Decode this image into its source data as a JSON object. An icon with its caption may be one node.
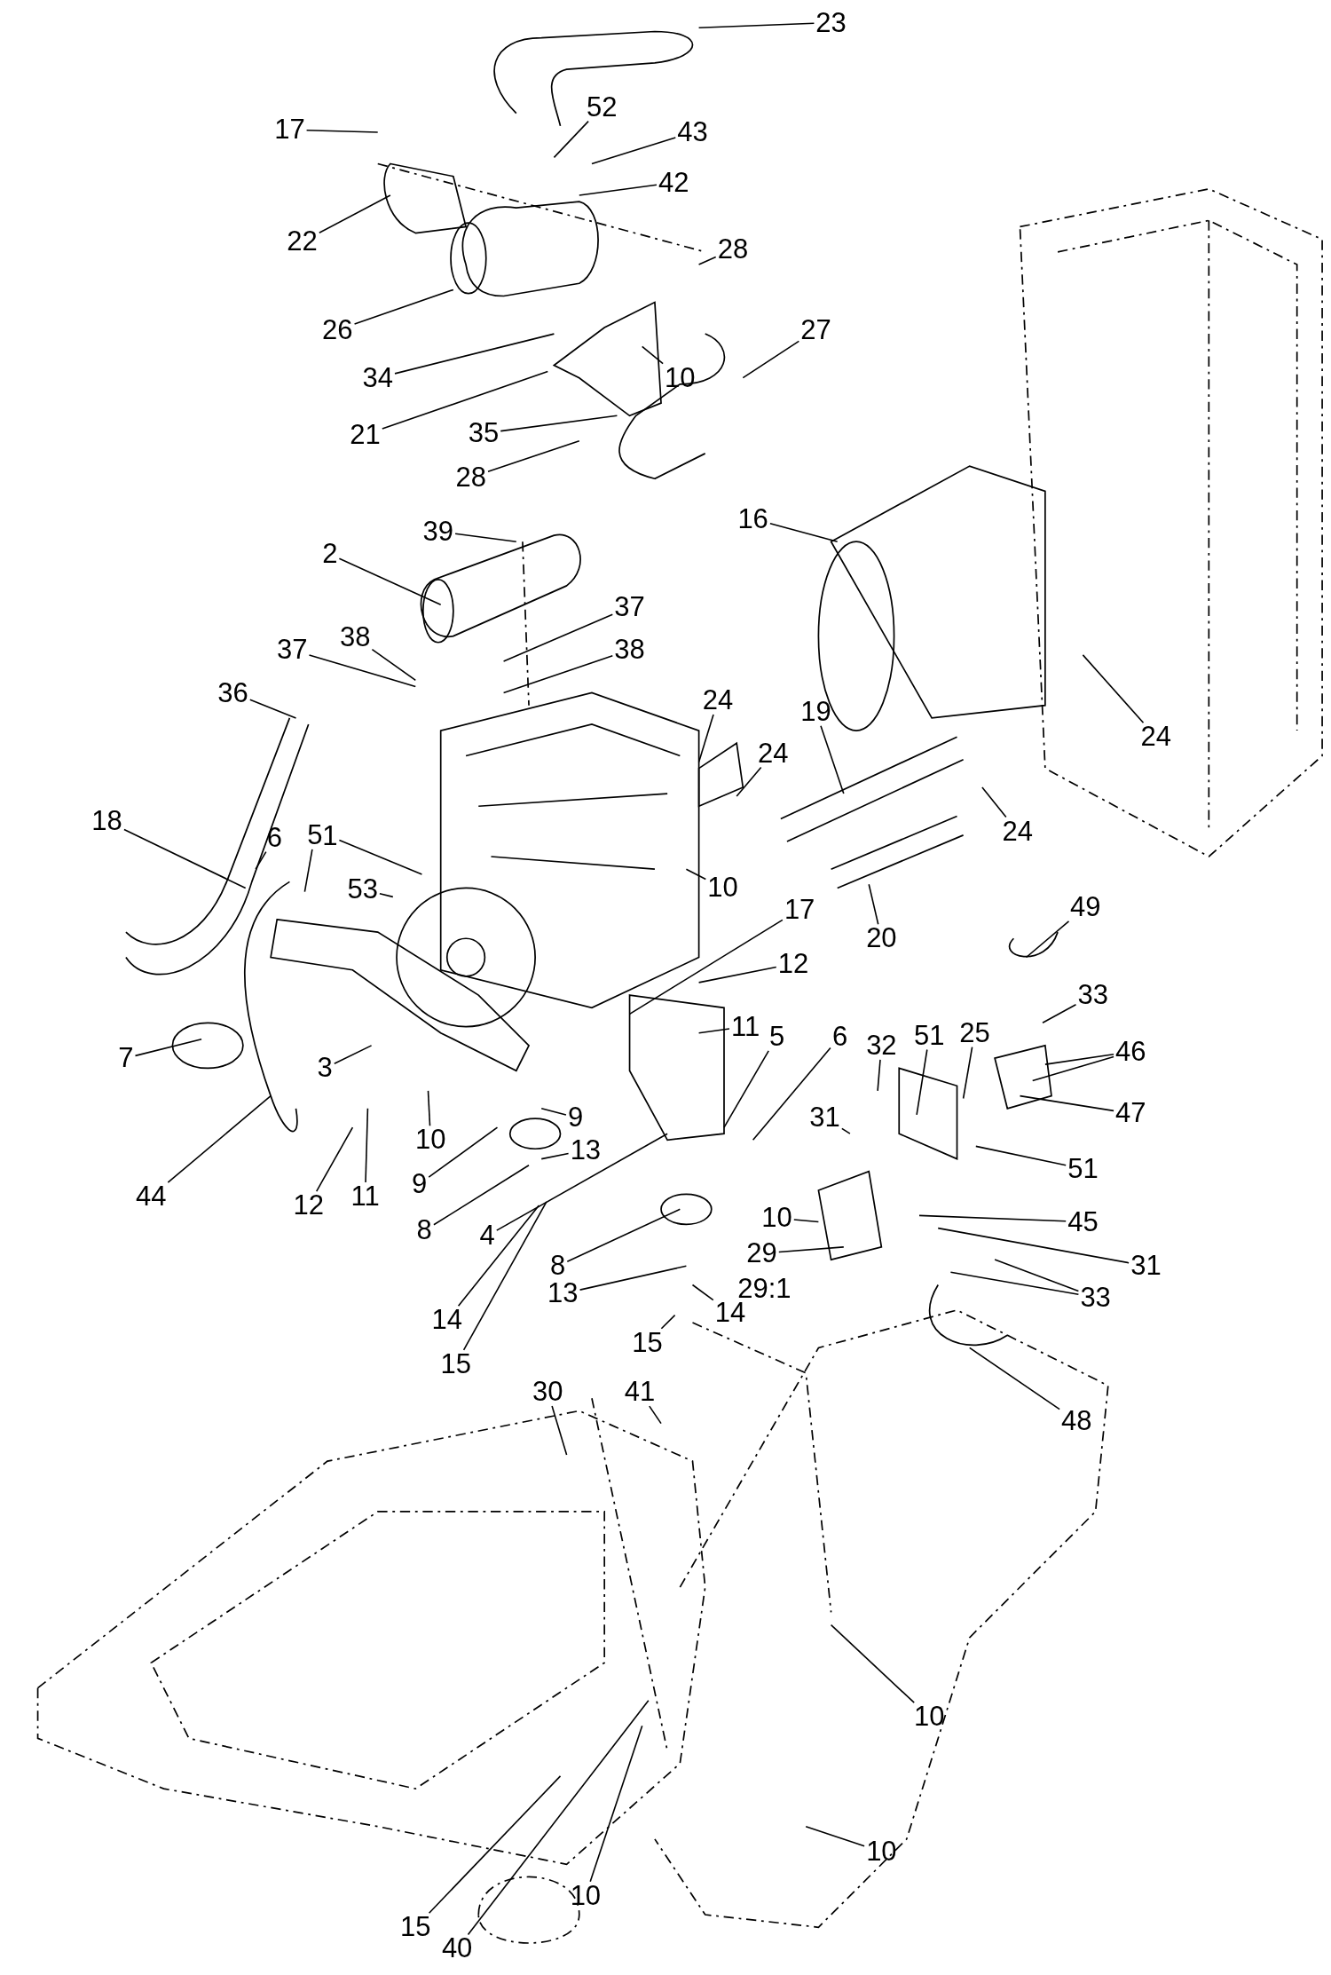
{
  "diagram": {
    "nodes": [
      {
        "text": [
          "23"
        ]
      },
      {
        "text": [
          "17"
        ]
      },
      {
        "text": [
          "52"
        ]
      },
      {
        "text": [
          "43"
        ]
      },
      {
        "text": [
          "42"
        ]
      },
      {
        "text": [
          "22"
        ]
      },
      {
        "text": [
          "28"
        ]
      },
      {
        "text": [
          "26"
        ]
      },
      {
        "text": [
          "27"
        ]
      },
      {
        "text": [
          "34"
        ]
      },
      {
        "text": [
          "10"
        ]
      },
      {
        "text": [
          "21"
        ]
      },
      {
        "text": [
          "35"
        ]
      },
      {
        "text": [
          "28"
        ]
      },
      {
        "text": [
          "16"
        ]
      },
      {
        "text": [
          "39"
        ]
      },
      {
        "text": [
          "2"
        ]
      },
      {
        "text": [
          "37"
        ]
      },
      {
        "text": [
          "38"
        ]
      },
      {
        "text": [
          "37"
        ]
      },
      {
        "text": [
          "38"
        ]
      },
      {
        "text": [
          "36"
        ]
      },
      {
        "text": [
          "24"
        ]
      },
      {
        "text": [
          "24"
        ]
      },
      {
        "text": [
          "19"
        ]
      },
      {
        "text": [
          "24"
        ]
      },
      {
        "text": [
          "24"
        ]
      },
      {
        "text": [
          "18"
        ]
      },
      {
        "text": [
          "6"
        ]
      },
      {
        "text": [
          "5"
        ]
      },
      {
        "text": [
          "1"
        ]
      },
      {
        "text": [
          "53"
        ]
      },
      {
        "text": [
          "10"
        ]
      },
      {
        "text": [
          "17"
        ]
      },
      {
        "text": [
          "20"
        ]
      },
      {
        "text": [
          "49"
        ]
      },
      {
        "text": [
          "12"
        ]
      },
      {
        "text": [
          "33"
        ]
      },
      {
        "text": [
          "11"
        ]
      },
      {
        "text": [
          "5"
        ]
      },
      {
        "text": [
          "6"
        ]
      },
      {
        "text": [
          "51"
        ]
      },
      {
        "text": [
          "25"
        ]
      },
      {
        "text": [
          "46"
        ]
      },
      {
        "text": [
          "3"
        ]
      },
      {
        "text": [
          "7"
        ]
      },
      {
        "text": [
          "32"
        ]
      },
      {
        "text": [
          "47"
        ]
      },
      {
        "text": [
          "9"
        ]
      },
      {
        "text": [
          "10"
        ]
      },
      {
        "text": [
          "44"
        ]
      },
      {
        "text": [
          "12"
        ]
      },
      {
        "text": [
          "11"
        ]
      },
      {
        "text": [
          "31"
        ]
      },
      {
        "text": [
          "9"
        ]
      },
      {
        "text": [
          "13"
        ]
      },
      {
        "text": [
          "51"
        ]
      },
      {
        "text": [
          "4"
        ]
      },
      {
        "text": [
          "8"
        ]
      },
      {
        "text": [
          "10"
        ]
      },
      {
        "text": [
          "45"
        ]
      },
      {
        "text": [
          "14"
        ]
      },
      {
        "text": [
          "8"
        ]
      },
      {
        "text": [
          "31"
        ]
      },
      {
        "text": [
          "29"
        ]
      },
      {
        "text": [
          "13"
        ]
      },
      {
        "text": [
          "33"
        ]
      },
      {
        "text": [
          "14"
        ]
      },
      {
        "text": [
          "15"
        ]
      },
      {
        "text": [
          "15"
        ]
      },
      {
        "text": [
          "48"
        ]
      },
      {
        "text": [
          "30"
        ]
      },
      {
        "text": [
          "41"
        ]
      },
      {
        "text": [
          "10"
        ]
      },
      {
        "text": [
          "10"
        ]
      },
      {
        "text": [
          "10"
        ]
      },
      {
        "text": [
          "15"
        ]
      },
      {
        "text": [
          "40"
        ]
      }
    ],
    "edges": [
      {
        "from": 0,
        "to": null,
        "arrow": "none"
      },
      {
        "from": 1,
        "to": null,
        "arrow": "none"
      },
      {
        "from": 2,
        "to": null,
        "arrow": "none"
      },
      {
        "from": 3,
        "to": null,
        "arrow": "none"
      },
      {
        "from": 4,
        "to": null,
        "arrow": "none"
      },
      {
        "from": 5,
        "to": null,
        "arrow": "none"
      },
      {
        "from": 6,
        "to": null,
        "arrow": "none"
      },
      {
        "from": 7,
        "to": null,
        "arrow": "none"
      },
      {
        "from": 8,
        "to": null,
        "arrow": "none"
      },
      {
        "from": 9,
        "to": null,
        "arrow": "none"
      },
      {
        "from": 10,
        "to": null,
        "arrow": "none"
      },
      {
        "from": 11,
        "to": null,
        "arrow": "none"
      },
      {
        "from": 12,
        "to": null,
        "arrow": "none"
      },
      {
        "from": 13,
        "to": null,
        "arrow": "none"
      },
      {
        "from": 14,
        "to": null,
        "arrow": "none"
      },
      {
        "from": 15,
        "to": null,
        "arrow": "none"
      },
      {
        "from": 16,
        "to": null,
        "arrow": "none"
      },
      {
        "from": 17,
        "to": null,
        "arrow": "none"
      },
      {
        "from": 18,
        "to": null,
        "arrow": "none"
      },
      {
        "from": 19,
        "to": null,
        "arrow": "none"
      },
      {
        "from": 20,
        "to": null,
        "arrow": "none"
      },
      {
        "from": 21,
        "to": null,
        "arrow": "none"
      },
      {
        "from": 22,
        "to": null,
        "arrow": "none"
      },
      {
        "from": 23,
        "to": null,
        "arrow": "none"
      },
      {
        "from": 24,
        "to": null,
        "arrow": "none"
      },
      {
        "from": 25,
        "to": null,
        "arrow": "none"
      },
      {
        "from": 26,
        "to": null,
        "arrow": "none"
      },
      {
        "from": 27,
        "to": null,
        "arrow": "none"
      },
      {
        "from": 28,
        "to": null,
        "arrow": "none"
      },
      {
        "from": 29,
        "to": null,
        "arrow": "none"
      },
      {
        "from": 30,
        "to": null,
        "arrow": "none"
      },
      {
        "from": 31,
        "to": null,
        "arrow": "none"
      },
      {
        "from": 32,
        "to": null,
        "arrow": "none"
      },
      {
        "from": 33,
        "to": null,
        "arrow": "none"
      },
      {
        "from": 34,
        "to": null,
        "arrow": "none"
      },
      {
        "from": 35,
        "to": null,
        "arrow": "none"
      },
      {
        "from": 36,
        "to": null,
        "arrow": "none"
      },
      {
        "from": 37,
        "to": null,
        "arrow": "none"
      },
      {
        "from": 38,
        "to": null,
        "arrow": "none"
      },
      {
        "from": 39,
        "to": null,
        "arrow": "none"
      },
      {
        "from": 40,
        "to": null,
        "arrow": "none"
      },
      {
        "from": 41,
        "to": null,
        "arrow": "none"
      },
      {
        "from": 42,
        "to": null,
        "arrow": "none"
      },
      {
        "from": 43,
        "to": null,
        "arrow": "none"
      },
      {
        "from": 43,
        "to": null,
        "arrow": "none"
      },
      {
        "from": 44,
        "to": null,
        "arrow": "none"
      },
      {
        "from": 45,
        "to": null,
        "arrow": "none"
      },
      {
        "from": 46,
        "to": null,
        "arrow": "none"
      },
      {
        "from": 47,
        "to": null,
        "arrow": "none"
      },
      {
        "from": 48,
        "to": null,
        "arrow": "none"
      },
      {
        "from": 49,
        "to": null,
        "arrow": "none"
      },
      {
        "from": 50,
        "to": null,
        "arrow": "none"
      },
      {
        "from": 51,
        "to": null,
        "arrow": "none"
      },
      {
        "from": 52,
        "to": null,
        "arrow": "none"
      },
      {
        "from": 53,
        "to": null,
        "arrow": "none"
      },
      {
        "from": 54,
        "to": null,
        "arrow": "none"
      },
      {
        "from": 55,
        "to": null,
        "arrow": "none"
      },
      {
        "from": 56,
        "to": null,
        "arrow": "none"
      },
      {
        "from": 57,
        "to": null,
        "arrow": "none"
      },
      {
        "from": 58,
        "to": null,
        "arrow": "none"
      },
      {
        "from": 59,
        "to": null,
        "arrow": "none"
      },
      {
        "from": 60,
        "to": null,
        "arrow": "none"
      },
      {
        "from": 61,
        "to": null,
        "arrow": "none"
      },
      {
        "from": 62,
        "to": null,
        "arrow": "none"
      },
      {
        "from": 63,
        "to": null,
        "arrow": "none"
      },
      {
        "from": 64,
        "to": null,
        "arrow": "none"
      },
      {
        "from": 65,
        "to": null,
        "arrow": "none"
      },
      {
        "from": 66,
        "to": null,
        "arrow": "none"
      },
      {
        "from": 66,
        "to": null,
        "arrow": "none"
      },
      {
        "from": 67,
        "to": null,
        "arrow": "none"
      },
      {
        "from": 68,
        "to": null,
        "arrow": "none"
      },
      {
        "from": 69,
        "to": null,
        "arrow": "none"
      },
      {
        "from": 70,
        "to": null,
        "arrow": "none"
      },
      {
        "from": 71,
        "to": null,
        "arrow": "none"
      },
      {
        "from": 72,
        "to": null,
        "arrow": "none"
      },
      {
        "from": 73,
        "to": null,
        "arrow": "none"
      },
      {
        "from": 74,
        "to": null,
        "arrow": "none"
      },
      {
        "from": 75,
        "to": null,
        "arrow": "none"
      },
      {
        "from": 76,
        "to": null,
        "arrow": "none"
      },
      {
        "from": 77,
        "to": null,
        "arrow": "none"
      }
    ],
    "labels": [
      "29:1"
    ]
  }
}
